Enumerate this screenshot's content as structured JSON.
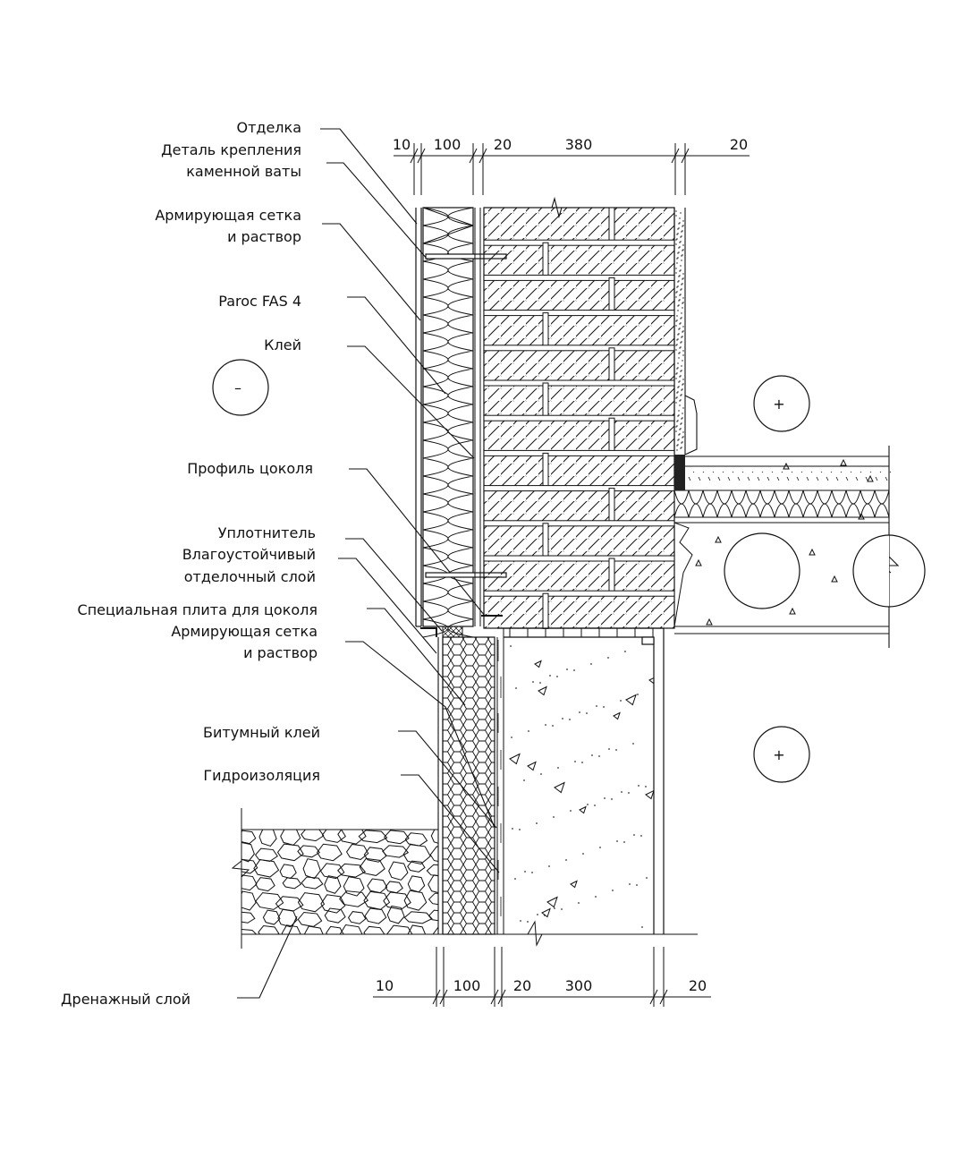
{
  "labels": {
    "finish": "Отделка",
    "fastener_1": "Деталь крепления",
    "fastener_2": "каменной ваты",
    "mesh_top_1": "Армирующая сетка",
    "mesh_top_2": "и раствор",
    "paroc": "Paroc FAS 4",
    "glue": "Клей",
    "plinth_profile": "Профиль цоколя",
    "sealant": "Уплотнитель",
    "moisture_1": "Влагоустойчивый",
    "moisture_2": "отделочный слой",
    "special_board": "Специальная плита для цоколя",
    "mesh_bottom_1": "Армирующая сетка",
    "mesh_bottom_2": "и раствор",
    "bitumen_glue": "Битумный клей",
    "waterproofing": "Гидроизоляция",
    "drainage": "Дренажный слой"
  },
  "dimensions_top": [
    "10",
    "100",
    "20",
    "380",
    "20"
  ],
  "dimensions_bottom": [
    "10",
    "100",
    "20",
    "300",
    "20"
  ],
  "symbols": {
    "outside": "–",
    "inside_upper": "+",
    "inside_lower": "+"
  },
  "colors": {
    "line": "#111111",
    "background": "#ffffff",
    "sealant_fill": "#222222"
  }
}
